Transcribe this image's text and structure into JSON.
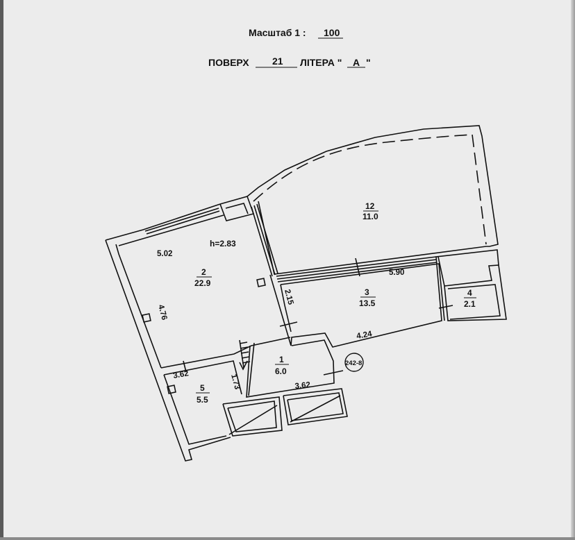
{
  "header": {
    "scale_label": "Масштаб  1 :",
    "scale_value": "100",
    "floor_label": "ПОВЕРХ",
    "floor_value": "21",
    "letter_label": "ЛІТЕРА \"",
    "letter_value": "А",
    "letter_close": "\""
  },
  "plan": {
    "height_label": "h=2.83",
    "marker": "242-8",
    "rooms": [
      {
        "number": "12",
        "area": "11.0"
      },
      {
        "number": "2",
        "area": "22.9"
      },
      {
        "number": "3",
        "area": "13.5"
      },
      {
        "number": "4",
        "area": "2.1"
      },
      {
        "number": "1",
        "area": "6.0"
      },
      {
        "number": "5",
        "area": "5.5"
      }
    ],
    "dimensions": [
      "5.02",
      "4.76",
      "5.90",
      "2.15",
      "4.24",
      "3.62",
      "1.73",
      "3.62"
    ]
  }
}
